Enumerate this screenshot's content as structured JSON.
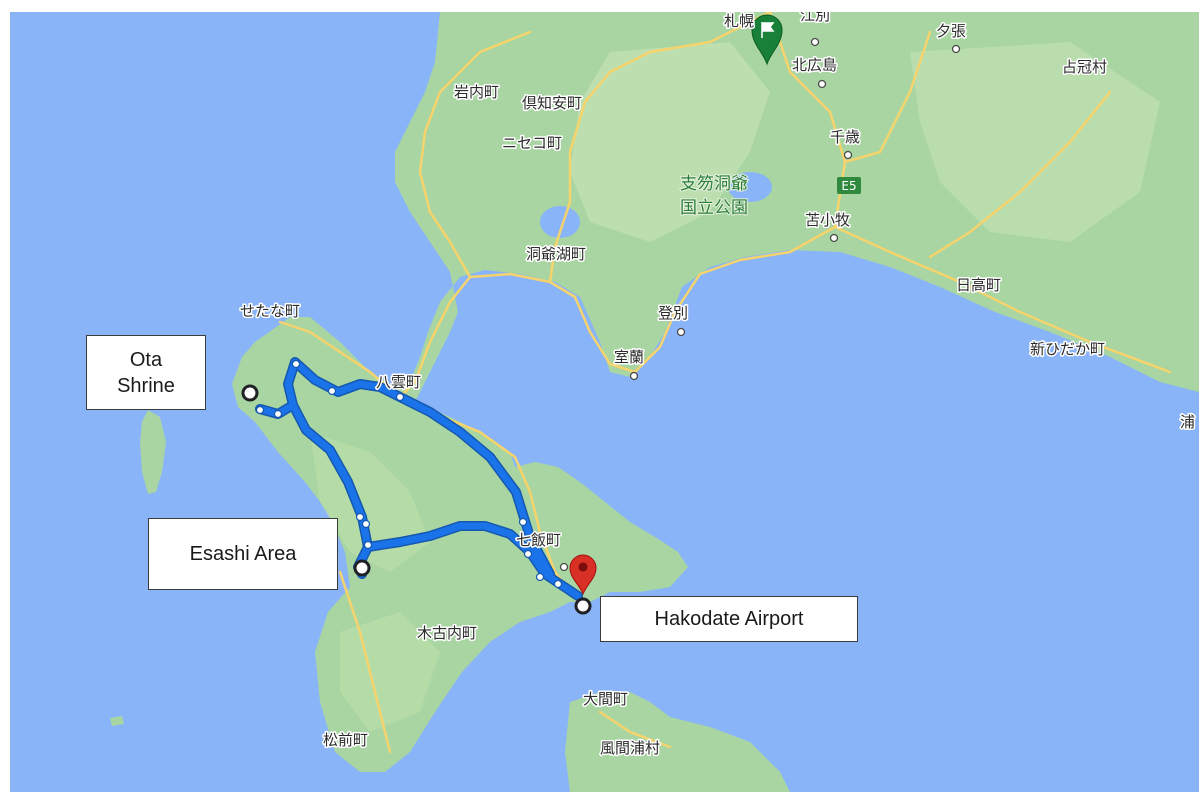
{
  "places": [
    {
      "id": "iwanai",
      "label": "岩内町"
    },
    {
      "id": "kutchan",
      "label": "倶知安町"
    },
    {
      "id": "niseko",
      "label": "ニセコ町"
    },
    {
      "id": "toya",
      "label": "洞爺湖町"
    },
    {
      "id": "setana",
      "label": "せたな町"
    },
    {
      "id": "yakumo",
      "label": "八雲町"
    },
    {
      "id": "noboribetsu",
      "label": "登別"
    },
    {
      "id": "muroran",
      "label": "室蘭"
    },
    {
      "id": "chitose",
      "label": "千歳"
    },
    {
      "id": "tomakomai",
      "label": "苫小牧"
    },
    {
      "id": "kitahiroshima",
      "label": "北広島"
    },
    {
      "id": "yubari",
      "label": "夕張"
    },
    {
      "id": "shimukappu",
      "label": "占冠村"
    },
    {
      "id": "hidaka",
      "label": "日高町"
    },
    {
      "id": "shinhidaka",
      "label": "新ひだか町"
    },
    {
      "id": "urakawa",
      "label": "浦"
    },
    {
      "id": "nanae",
      "label": "七飯町"
    },
    {
      "id": "kikonai",
      "label": "木古内町"
    },
    {
      "id": "matsumae",
      "label": "松前町"
    },
    {
      "id": "oma",
      "label": "大間町"
    },
    {
      "id": "kazamaura",
      "label": "風間浦村"
    },
    {
      "id": "sapporo_partial",
      "label": "札幌"
    },
    {
      "id": "ebetsu_partial",
      "label": "江別"
    }
  ],
  "park": {
    "line1": "支笏洞爺",
    "line2": "国立公園"
  },
  "highway_shield": "E5",
  "callouts": {
    "ota": {
      "line1": "Ota",
      "line2": "Shrine"
    },
    "esashi": "Esashi Area",
    "hakodate": "Hakodate Airport"
  },
  "colors": {
    "sea": "#8ab4f8",
    "land": "#a8d5a2",
    "land_light": "#c6e3b6",
    "road": "#f6d36b",
    "route": "#1a73e8",
    "route_outline": "#1558b0",
    "pin_red": "#d93025",
    "pin_green": "#188038"
  }
}
